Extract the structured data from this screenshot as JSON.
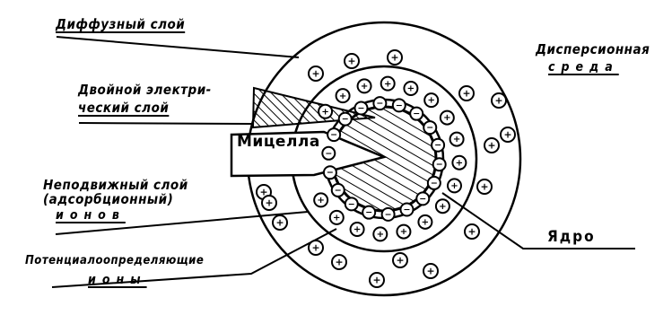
{
  "labels": {
    "diffuse_layer": "Диффузный слой",
    "dispersion_medium_line1": "Дисперсионная",
    "dispersion_medium_line2": "среда",
    "double_layer_line1": "Двойной электри-",
    "double_layer_line2": "ческий слой",
    "micelle": "Мицелла",
    "fixed_layer_line1": "Неподвижный слой",
    "fixed_layer_line2": "(адсорбционный)",
    "fixed_layer_line3": "ионов",
    "potential_ions_line1": "Потенциалоопределяющие",
    "potential_ions_line2": "ионы",
    "core": "Ядро"
  },
  "symbols": {
    "positive_ion": "+",
    "negative_ion": "−"
  },
  "colors": {
    "ink": "#000000",
    "background": "#ffffff"
  }
}
